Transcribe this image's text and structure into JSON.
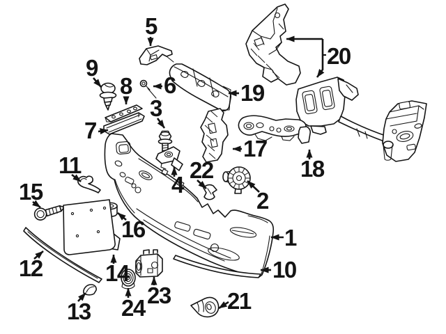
{
  "diagram": {
    "type": "exploded-parts-diagram",
    "colors": {
      "background": "#ffffff",
      "line": "#141414"
    },
    "callouts": [
      {
        "label": "1"
      },
      {
        "label": "2"
      },
      {
        "label": "3"
      },
      {
        "label": "4"
      },
      {
        "label": "5"
      },
      {
        "label": "6"
      },
      {
        "label": "7"
      },
      {
        "label": "8"
      },
      {
        "label": "9"
      },
      {
        "label": "10"
      },
      {
        "label": "11"
      },
      {
        "label": "12"
      },
      {
        "label": "13"
      },
      {
        "label": "14"
      },
      {
        "label": "15"
      },
      {
        "label": "16"
      },
      {
        "label": "17"
      },
      {
        "label": "18"
      },
      {
        "label": "19"
      },
      {
        "label": "20"
      },
      {
        "label": "21"
      },
      {
        "label": "22"
      },
      {
        "label": "23"
      },
      {
        "label": "24"
      }
    ]
  }
}
